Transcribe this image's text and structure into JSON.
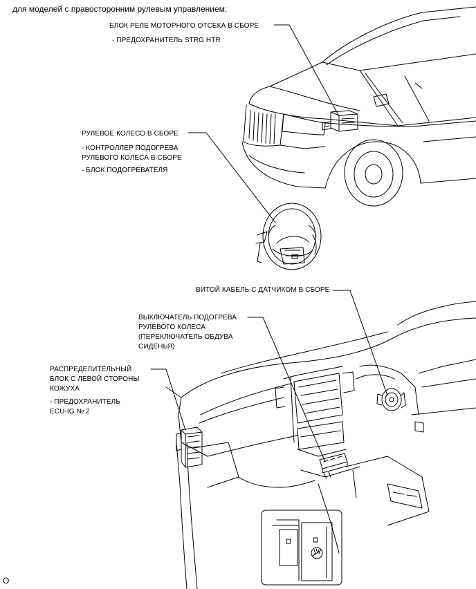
{
  "heading": "для моделей с правосторонним рулевым управлением:",
  "labels": {
    "relay_block": "БЛОК РЕЛЕ МОТОРНОГО ОТСЕКА В СБОРЕ",
    "relay_fuse": "- ПРЕДОХРАНИТЕЛЬ STRG HTR",
    "steering_wheel": "РУЛЕВОЕ КОЛЕСО В СБОРЕ",
    "heater_controller": "- КОНТРОЛЛЕР ПОДОГРЕВА\nРУЛЕВОГО КОЛЕСА В СБОРЕ",
    "heater_unit": "- БЛОК ПОДОГРЕВАТЕЛЯ",
    "spiral_cable": "ВИТОЙ КАБЕЛЬ С ДАТЧИКОМ В СБОРЕ",
    "heater_switch": "ВЫКЛЮЧАТЕЛЬ ПОДОГРЕВА\nРУЛЕВОГО КОЛЕСА\n(ПЕРЕКЛЮЧАТЕЛЬ ОБДУВА\nСИДЕНЬЯ)",
    "junction_block": "РАСПРЕДЕЛИТЕЛЬНЫЙ\nБЛОК С ЛЕВОЙ СТОРОНЫ\nКОЖУХА",
    "ecu_fuse": "- ПРЕДОХРАНИТЕЛЬ\nECU-IG № 2"
  },
  "corner_mark": "O"
}
